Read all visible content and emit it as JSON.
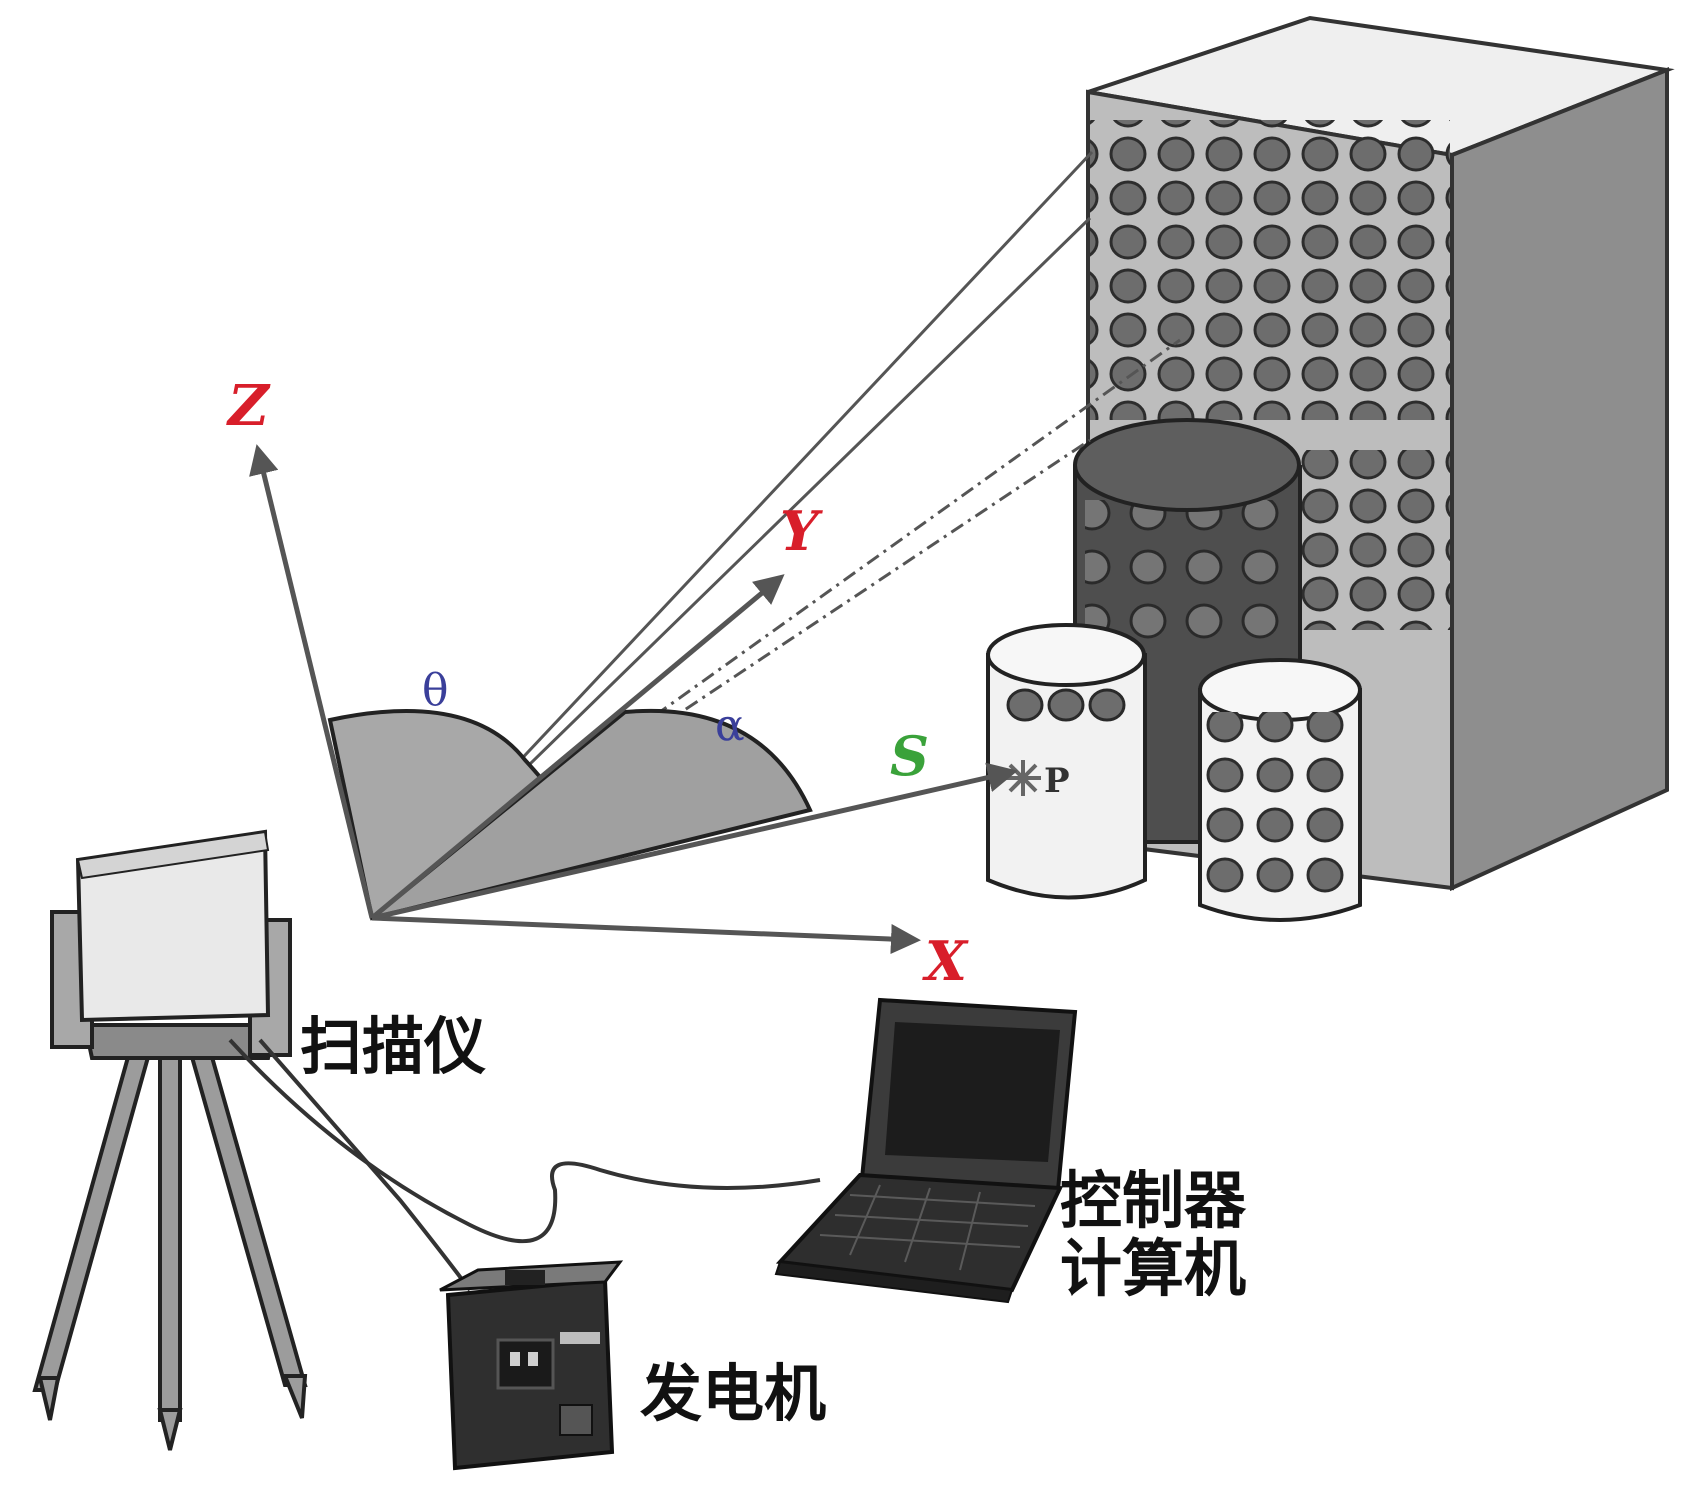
{
  "axes": {
    "z": "Z",
    "y": "Y",
    "x": "X",
    "s": "S",
    "theta": "θ",
    "alpha": "α",
    "point": "P"
  },
  "labels": {
    "scanner": "扫描仪",
    "controller_line1": "控制器",
    "controller_line2": "计算机",
    "generator": "发电机"
  },
  "colors": {
    "axis_letter": "#d81e2a",
    "s_letter": "#3aa23a",
    "greek_letter": "#3a3f9a"
  }
}
